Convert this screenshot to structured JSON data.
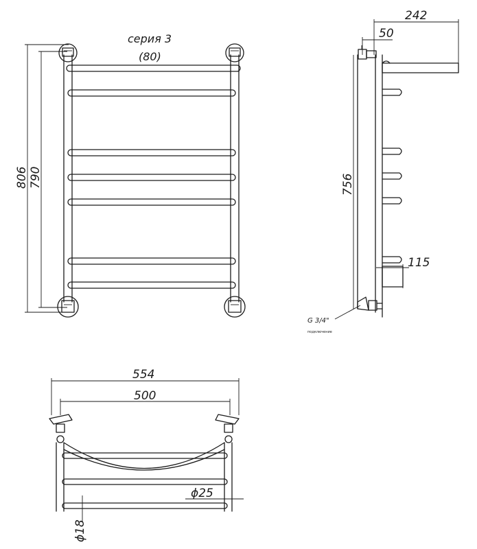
{
  "front_view": {
    "series_label": "серия 3",
    "series_code": "(80)",
    "dim_outer_height": "806",
    "dim_inner_height": "790"
  },
  "side_view": {
    "dim_depth": "242",
    "dim_wall_offset": "50",
    "dim_height": "756",
    "dim_lower": "115",
    "connection_label": "G 3/4\"",
    "connection_note": "подключение"
  },
  "top_view": {
    "dim_overall_width": "554",
    "dim_center_width": "500",
    "dim_pipe_diameter": "ϕ25",
    "dim_rung_diameter": "ϕ18"
  }
}
